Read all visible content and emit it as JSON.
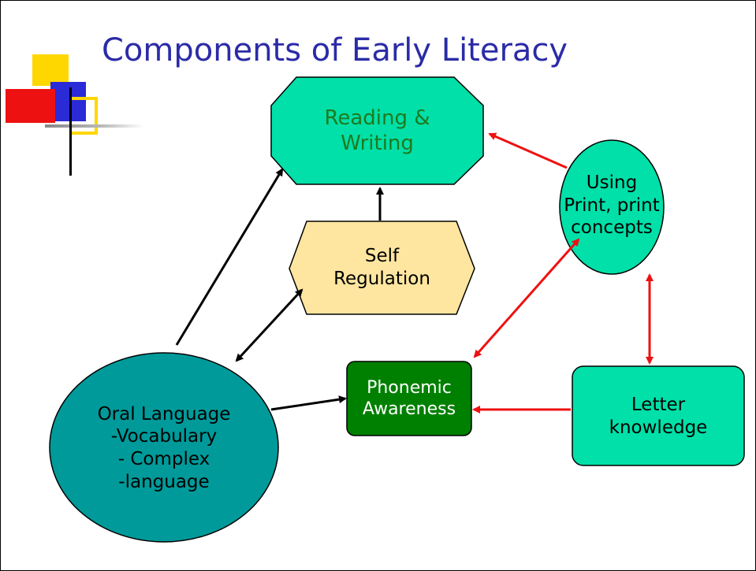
{
  "slide": {
    "title": "Components of Early Literacy"
  },
  "nodes": {
    "reading_writing": [
      "Reading &",
      "Writing"
    ],
    "self_regulation": [
      "Self",
      "Regulation"
    ],
    "using_print": [
      "Using",
      "Print, print",
      "concepts"
    ],
    "phonemic_awareness": [
      "Phonemic",
      "Awareness"
    ],
    "letter_knowledge": [
      "Letter",
      "knowledge"
    ],
    "oral_language": [
      "Oral Language",
      "-Vocabulary",
      "- Complex",
      "-language"
    ]
  },
  "colors": {
    "title": "#2b2ba8",
    "teal_fill": "#00e0a8",
    "yellow_fill": "#ffe6a0",
    "dark_green_fill": "#008000",
    "oral_fill": "#009a9a",
    "red_arrow": "#ee1111",
    "black_arrow": "#000000"
  }
}
